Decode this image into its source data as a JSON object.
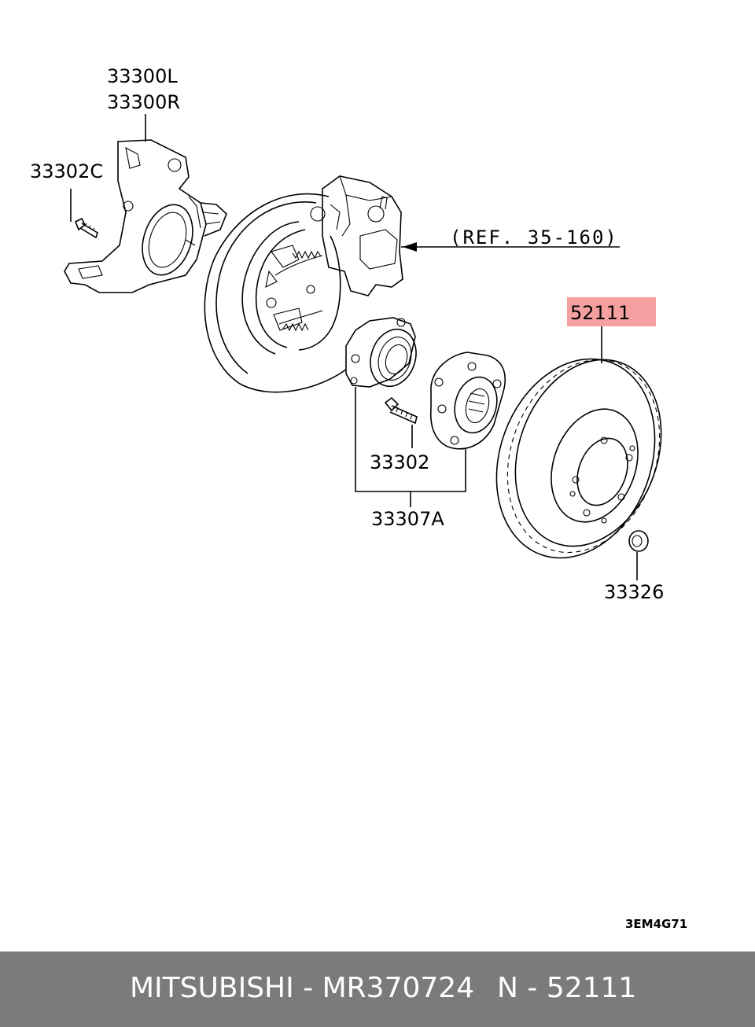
{
  "diagram": {
    "labels": {
      "knuckle_l": "33300L",
      "knuckle_r": "33300R",
      "bolt_c": "33302C",
      "reference": "(REF. 35-160)",
      "rotor": "52111",
      "hub_bolt": "33302",
      "hub_assembly": "33307A",
      "nut": "33326"
    },
    "diagram_code": "3EM4G71",
    "highlight_color": "#f4a0a0"
  },
  "footer": {
    "brand": "MITSUBISHI - MR370724",
    "number": "N - 52111",
    "background": "#7b7b7b"
  }
}
